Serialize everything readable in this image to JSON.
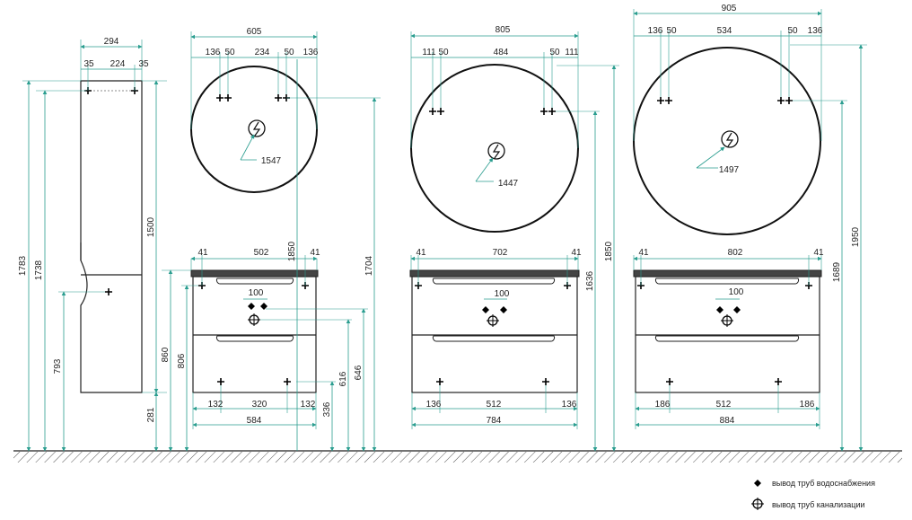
{
  "colors": {
    "dimension_line": "#2a9d8f",
    "outline": "#222222",
    "floor_hatch": "#555555"
  },
  "column": {
    "w_294": "294",
    "l_35": "35",
    "m_224": "224",
    "r_35": "35",
    "h_1783": "1783",
    "h_1738": "1738",
    "h_1500": "1500",
    "h_793": "793",
    "h_281": "281"
  },
  "set1": {
    "w_605": "605",
    "w_136a": "136",
    "w_50a": "50",
    "w_234": "234",
    "w_50b": "50",
    "w_136b": "136",
    "d_1547": "1547",
    "h_1850": "1850",
    "h_1704": "1704",
    "w_41a": "41",
    "w_502": "502",
    "w_41b": "41",
    "w_100": "100",
    "h_860": "860",
    "h_806": "806",
    "h_616": "616",
    "h_646": "646",
    "h_336": "336",
    "w_132a": "132",
    "w_320": "320",
    "w_132b": "132",
    "w_584": "584"
  },
  "set2": {
    "w_805": "805",
    "w_111a": "111",
    "w_50a": "50",
    "w_484": "484",
    "w_50b": "50",
    "w_111b": "111",
    "d_1447": "1447",
    "h_1636": "1636",
    "h_1850": "1850",
    "w_41a": "41",
    "w_702": "702",
    "w_41b": "41",
    "w_100": "100",
    "w_136a": "136",
    "w_512": "512",
    "w_136b": "136",
    "w_784": "784"
  },
  "set3": {
    "w_905": "905",
    "w_136a": "136",
    "w_50a": "50",
    "w_534": "534",
    "w_50b": "50",
    "w_136b": "136",
    "d_1497": "1497",
    "h_1689": "1689",
    "h_1950": "1950",
    "w_41a": "41",
    "w_802": "802",
    "w_41b": "41",
    "w_100": "100",
    "w_186a": "186",
    "w_512": "512",
    "w_186b": "186",
    "w_884": "884"
  },
  "legend": {
    "water_supply": "вывод труб водоснабжения",
    "sewage": "вывод труб канализации"
  },
  "icons": {
    "water": "diamond-icon",
    "sewage": "crosshair-circle-icon"
  }
}
